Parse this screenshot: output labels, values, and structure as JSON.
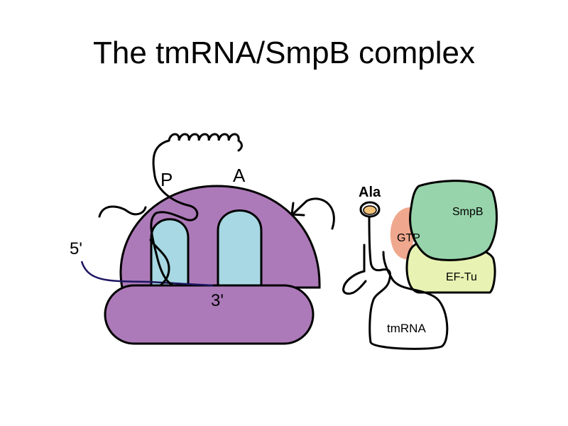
{
  "title": "The tmRNA/SmpB complex",
  "ribosome": {
    "site_p": "P",
    "site_a": "A",
    "end_5": "5'",
    "end_3": "3'"
  },
  "complex": {
    "ala": "Ala",
    "gtp": "GTP",
    "smpb": "SmpB",
    "ef_tu": "EF-Tu",
    "tmrna": "tmRNA"
  },
  "colors": {
    "ribosome": "#ad7ab9",
    "site": "#a7d8e3",
    "smpb": "#97d4ab",
    "ef_tu": "#e8f3b3",
    "gtp": "#efa88e",
    "alanine": "#f2c27a",
    "mrna": "#1c1560"
  }
}
